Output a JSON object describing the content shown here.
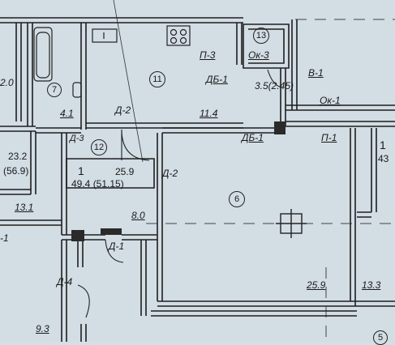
{
  "rooms": {
    "r1": {
      "number": "1",
      "area": "25.9",
      "total": "49.4 (51.15)"
    },
    "r6": {
      "number": "6",
      "area": "25.9"
    },
    "r7": {
      "number": "7",
      "area": "4.1"
    },
    "r11": {
      "number": "11",
      "area": "11.4"
    },
    "r12": {
      "number": "12",
      "area": "8.0"
    },
    "r13": {
      "number": "13",
      "area": "3.5(2.45)"
    },
    "left_area": {
      "area": "23.2",
      "total": "(56.9)"
    },
    "left_13_1": {
      "area": "13.1"
    },
    "bottom_left": {
      "area": "9.3"
    },
    "right_13_3": {
      "area": "13.3"
    },
    "edge_left_top": {
      "area": "2.0"
    },
    "edge_right": {
      "number": "1",
      "value": "43"
    },
    "edge_bottom_right": {
      "number": "5"
    }
  },
  "marks": {
    "door_d2_a": "Д-2",
    "door_d2_b": "Д-2",
    "door_d3": "Д-3",
    "door_d1": "Д-1",
    "door_d4": "Д-4",
    "db1_a": "ДБ-1",
    "db1_b": "ДБ-1",
    "p3": "П-3",
    "p1": "П-1",
    "ok3": "Ок-3",
    "ok1": "Ок-1",
    "v1": "В-1",
    "left_dash": "-1"
  }
}
